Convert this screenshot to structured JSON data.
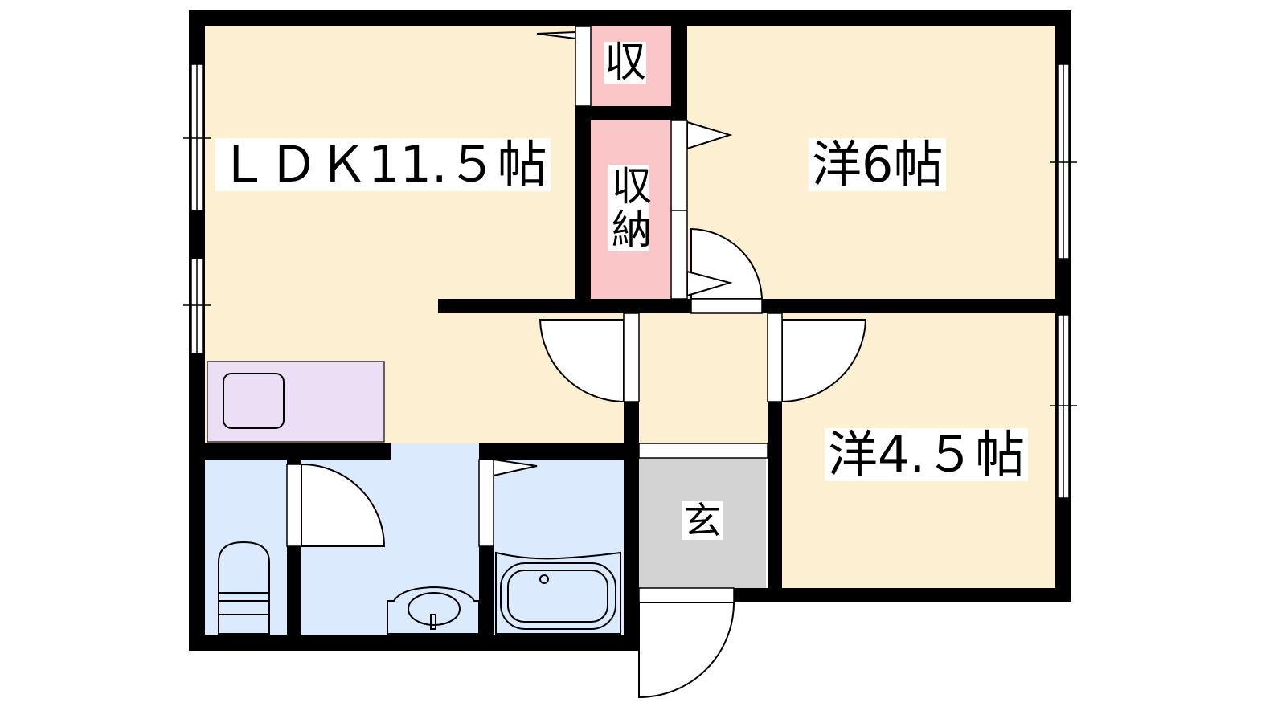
{
  "rooms": {
    "ldk": "ＬＤＫ11.５帖",
    "western_6": "洋6帖",
    "western_45": "洋4.５帖",
    "storage_small": "収",
    "storage": "収納",
    "entrance": "玄"
  },
  "colors": {
    "living": "#fdf0d2",
    "storage": "#fbc6c8",
    "kitchen": "#ecdef4",
    "wet": "#dbeafd",
    "entrance": "#d3d3d3",
    "wall": "#000000"
  }
}
